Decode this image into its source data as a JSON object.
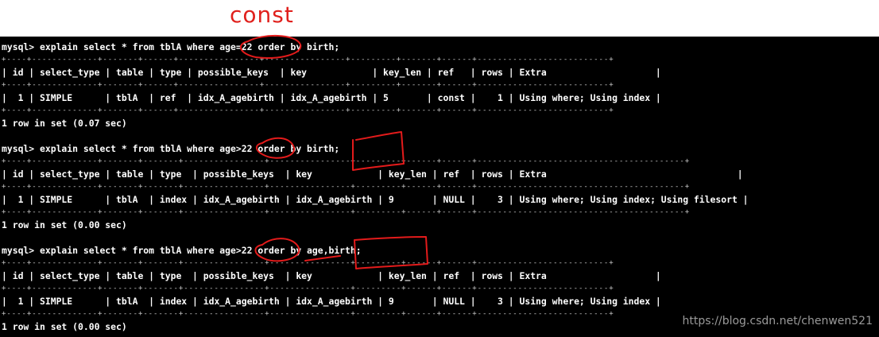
{
  "annotation": {
    "handwritten_label": "const"
  },
  "blocks": [
    {
      "command": "mysql> explain select * from tblA where age=22 order by birth;",
      "border": "+----+-------------+-------+------+----------------+----------------+---------+-------+------+--------------------------+",
      "header_row": "| id | select_type | table | type | possible_keys  | key            | key_len | ref   | rows | Extra                    |",
      "data_row": "|  1 | SIMPLE      | tblA  | ref  | idx_A_agebirth | idx_A_agebirth | 5       | const |    1 | Using where; Using index |",
      "summary": "1 row in set (0.07 sec)"
    },
    {
      "command": "mysql> explain select * from tblA where age>22 order by birth;",
      "border": "+----+-------------+-------+-------+----------------+----------------+---------+------+------+-----------------------------------------+",
      "header_row": "| id | select_type | table | type  | possible_keys  | key            | key_len | ref  | rows | Extra                                   |",
      "data_row": "|  1 | SIMPLE      | tblA  | index | idx_A_agebirth | idx_A_agebirth | 9       | NULL |    3 | Using where; Using index; Using filesort |",
      "summary": "1 row in set (0.00 sec)"
    },
    {
      "command": "mysql> explain select * from tblA where age>22 order by age,birth;",
      "border": "+----+-------------+-------+-------+----------------+----------------+---------+------+------+--------------------------+",
      "header_row": "| id | select_type | table | type  | possible_keys  | key            | key_len | ref  | rows | Extra                    |",
      "data_row": "|  1 | SIMPLE      | tblA  | index | idx_A_agebirth | idx_A_agebirth | 9       | NULL |    3 | Using where; Using index |",
      "summary": "1 row in set (0.00 sec)"
    }
  ],
  "watermark": "https://blog.csdn.net/chenwen521",
  "colors": {
    "console_bg": "#000000",
    "text": "#ffffff",
    "annotation": "#e0201c"
  }
}
